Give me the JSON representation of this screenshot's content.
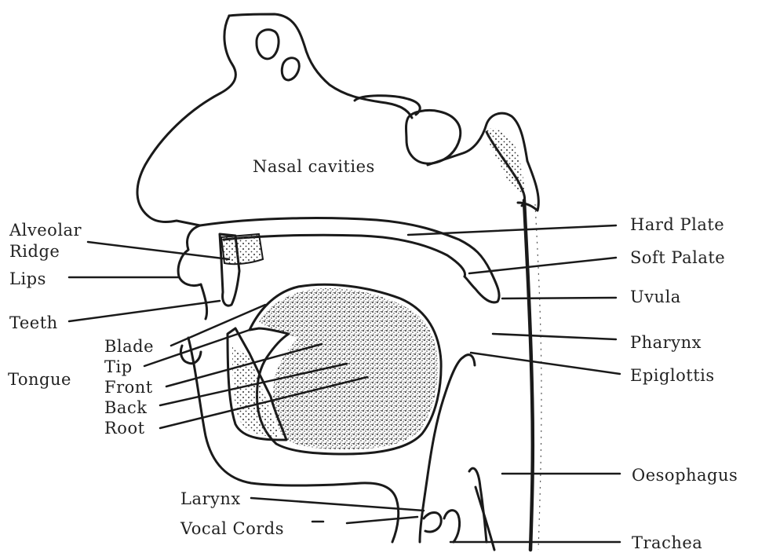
{
  "diagram": {
    "center_label": "Nasal cavities",
    "left_labels": {
      "alveolar_ridge_1": "Alveolar",
      "alveolar_ridge_2": "Ridge",
      "lips": "Lips",
      "teeth": "Teeth",
      "tongue": "Tongue",
      "blade": "Blade",
      "tip": "Tip",
      "front": "Front",
      "back": "Back",
      "root": "Root",
      "larynx": "Larynx",
      "vocal_cords": "Vocal Cords"
    },
    "right_labels": {
      "hard_plate": "Hard Plate",
      "soft_palate": "Soft Palate",
      "uvula": "Uvula",
      "pharynx": "Pharynx",
      "epiglottis": "Epiglottis",
      "oesophagus": "Oesophagus",
      "trachea": "Trachea"
    }
  }
}
